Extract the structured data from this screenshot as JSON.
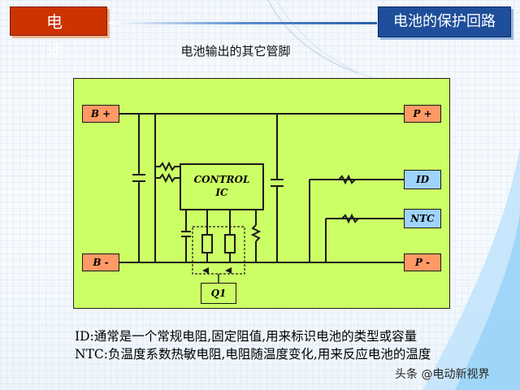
{
  "header": {
    "left_title": "电 池",
    "right_title": "电池的保护回路"
  },
  "subtitle": "电池输出的其它管脚",
  "diagram": {
    "pins": {
      "b_plus": "B +",
      "b_minus": "B -",
      "p_plus": "P +",
      "p_minus": "P -",
      "id": "ID",
      "ntc": "NTC"
    },
    "ic_line1": "CONTROL",
    "ic_line2": "IC",
    "q1": "Q1",
    "colors": {
      "background": "#ccff66",
      "pin_orange": "#ff9966",
      "pin_blue": "#9fd3ff",
      "wire": "#1a1a1a"
    }
  },
  "notes": {
    "id_line": "ID:通常是一个常规电阻,固定阻值,用来标识电池的类型或容量",
    "ntc_line": "NTC:负温度系数热敏电阻,电阻随温度变化,用来反应电池的温度"
  },
  "watermark": "头条 @电动新视界"
}
